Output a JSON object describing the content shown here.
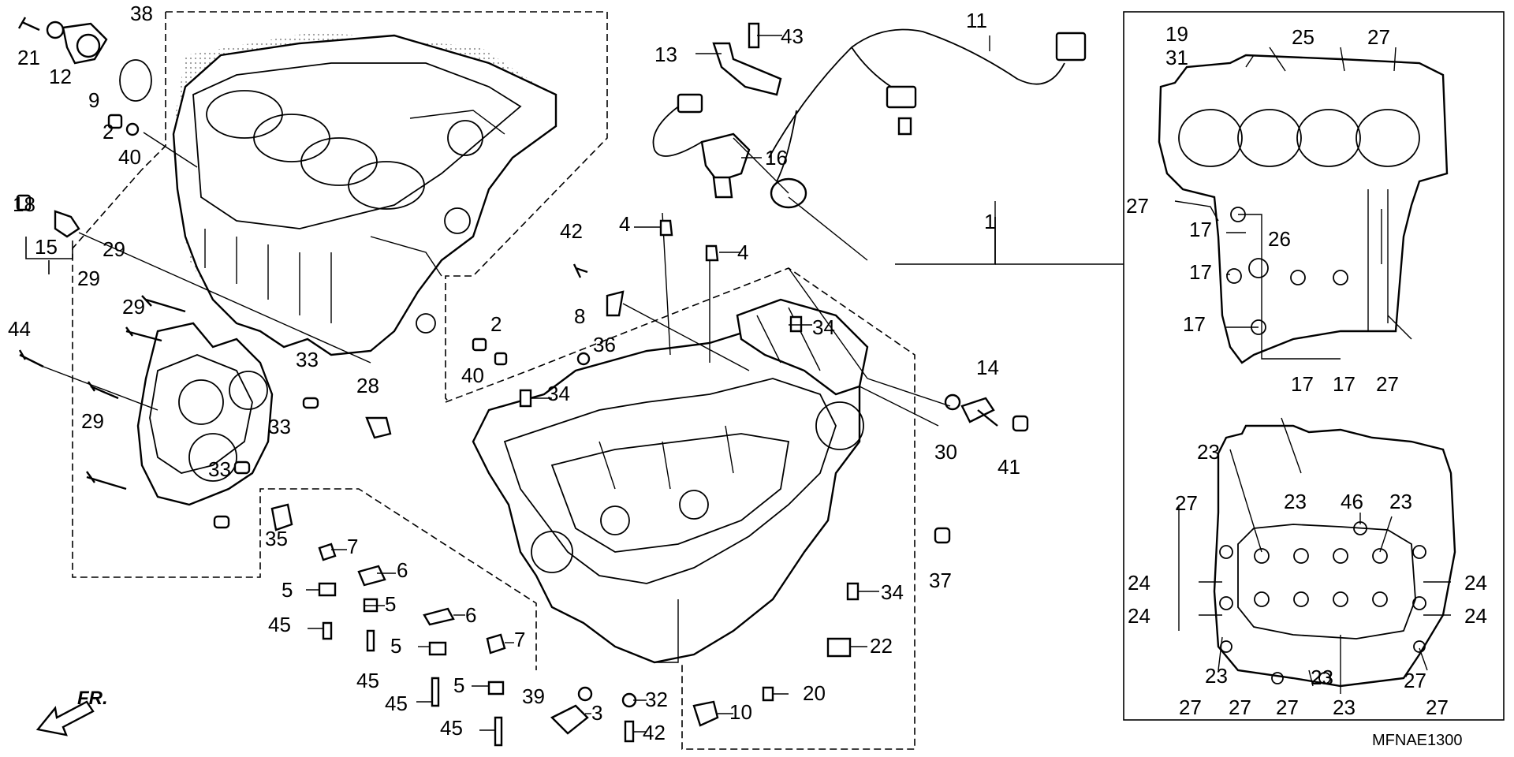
{
  "diagram": {
    "code": "MFNAE1300",
    "direction_label": "FR.",
    "colors": {
      "ink": "#000000",
      "paper": "#ffffff",
      "stipple": "#9a9a9a"
    },
    "callouts": [
      {
        "id": "c21",
        "text": "21"
      },
      {
        "id": "c12",
        "text": "12"
      },
      {
        "id": "c9",
        "text": "9"
      },
      {
        "id": "c38",
        "text": "38"
      },
      {
        "id": "c2a",
        "text": "2"
      },
      {
        "id": "c40a",
        "text": "40"
      },
      {
        "id": "c18",
        "text": "18"
      },
      {
        "id": "c15",
        "text": "15"
      },
      {
        "id": "c29a",
        "text": "29"
      },
      {
        "id": "c29b",
        "text": "29"
      },
      {
        "id": "c29c",
        "text": "29"
      },
      {
        "id": "c29d",
        "text": "29"
      },
      {
        "id": "c44",
        "text": "44"
      },
      {
        "id": "c33a",
        "text": "33"
      },
      {
        "id": "c33b",
        "text": "33"
      },
      {
        "id": "c33c",
        "text": "33"
      },
      {
        "id": "c28",
        "text": "28"
      },
      {
        "id": "c35",
        "text": "35"
      },
      {
        "id": "c2b",
        "text": "2"
      },
      {
        "id": "c40b",
        "text": "40"
      },
      {
        "id": "c13",
        "text": "13"
      },
      {
        "id": "c43",
        "text": "43"
      },
      {
        "id": "c16",
        "text": "16"
      },
      {
        "id": "c11",
        "text": "11"
      },
      {
        "id": "c42a",
        "text": "42"
      },
      {
        "id": "c4a",
        "text": "4"
      },
      {
        "id": "c4b",
        "text": "4"
      },
      {
        "id": "c8",
        "text": "8"
      },
      {
        "id": "c36",
        "text": "36"
      },
      {
        "id": "c34a",
        "text": "34"
      },
      {
        "id": "c34b",
        "text": "34"
      },
      {
        "id": "c34c",
        "text": "34"
      },
      {
        "id": "c1",
        "text": "1"
      },
      {
        "id": "c14",
        "text": "14"
      },
      {
        "id": "c30",
        "text": "30"
      },
      {
        "id": "c41",
        "text": "41"
      },
      {
        "id": "c37",
        "text": "37"
      },
      {
        "id": "c7a",
        "text": "7"
      },
      {
        "id": "c6a",
        "text": "6"
      },
      {
        "id": "c5a",
        "text": "5"
      },
      {
        "id": "c5b",
        "text": "5"
      },
      {
        "id": "c45a",
        "text": "45"
      },
      {
        "id": "c45b",
        "text": "45"
      },
      {
        "id": "c6b",
        "text": "6"
      },
      {
        "id": "c5c",
        "text": "5"
      },
      {
        "id": "c7b",
        "text": "7"
      },
      {
        "id": "c5d",
        "text": "5"
      },
      {
        "id": "c45c",
        "text": "45"
      },
      {
        "id": "c45d",
        "text": "45"
      },
      {
        "id": "c39",
        "text": "39"
      },
      {
        "id": "c3",
        "text": "3"
      },
      {
        "id": "c32",
        "text": "32"
      },
      {
        "id": "c42b",
        "text": "42"
      },
      {
        "id": "c10",
        "text": "10"
      },
      {
        "id": "c20",
        "text": "20"
      },
      {
        "id": "c22",
        "text": "22"
      },
      {
        "id": "c19",
        "text": "19"
      },
      {
        "id": "c31",
        "text": "31"
      },
      {
        "id": "c25",
        "text": "25"
      },
      {
        "id": "c27a",
        "text": "27"
      },
      {
        "id": "c27b",
        "text": "27"
      },
      {
        "id": "c26",
        "text": "26"
      },
      {
        "id": "c17a",
        "text": "17"
      },
      {
        "id": "c17b",
        "text": "17"
      },
      {
        "id": "c17c",
        "text": "17"
      },
      {
        "id": "c17d",
        "text": "17"
      },
      {
        "id": "c17e",
        "text": "17"
      },
      {
        "id": "c27c",
        "text": "27"
      },
      {
        "id": "c23a",
        "text": "23"
      },
      {
        "id": "c27d",
        "text": "27"
      },
      {
        "id": "c23b",
        "text": "23"
      },
      {
        "id": "c46",
        "text": "46"
      },
      {
        "id": "c23c",
        "text": "23"
      },
      {
        "id": "c24a",
        "text": "24"
      },
      {
        "id": "c24b",
        "text": "24"
      },
      {
        "id": "c24c",
        "text": "24"
      },
      {
        "id": "c24d",
        "text": "24"
      },
      {
        "id": "c27e",
        "text": "27"
      },
      {
        "id": "c23d",
        "text": "23"
      },
      {
        "id": "c27f",
        "text": "27"
      },
      {
        "id": "c27g",
        "text": "27"
      },
      {
        "id": "c23e",
        "text": "23"
      },
      {
        "id": "c23f",
        "text": "23"
      },
      {
        "id": "c27h",
        "text": "27"
      },
      {
        "id": "c27i",
        "text": "27"
      }
    ]
  }
}
